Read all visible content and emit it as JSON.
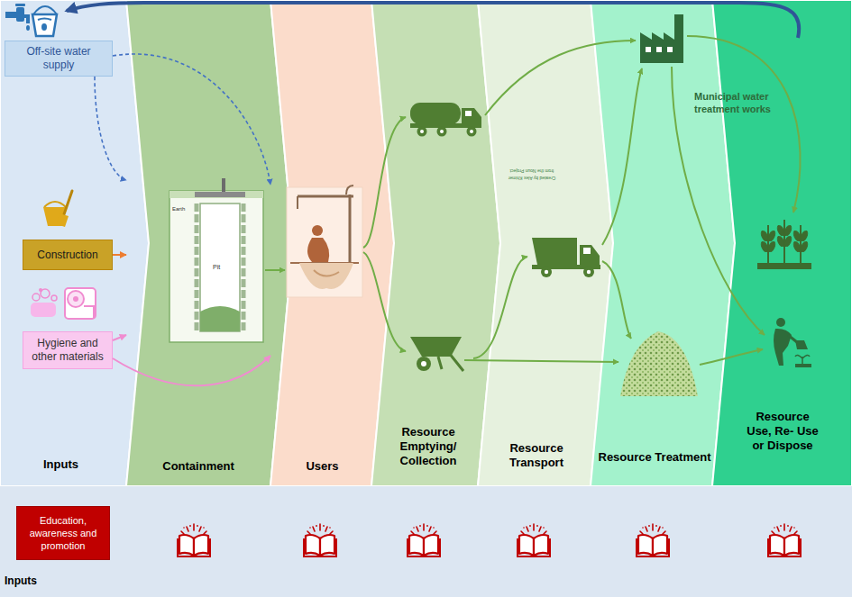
{
  "diagram": {
    "nodes": [
      {
        "text": [
          "Inputs"
        ]
      },
      {
        "text": [
          "Off-site water supply"
        ],
        "in": 0
      },
      {
        "text": [
          "Construction"
        ],
        "in": 0
      },
      {
        "text": [
          "Hygiene and other materials"
        ],
        "in": 0
      },
      {
        "text": [
          "Containment"
        ]
      },
      {
        "text": [
          "Users"
        ]
      },
      {
        "text": [
          "Resource Emptying/ Collection"
        ]
      },
      {
        "text": [
          "Resource Transport"
        ]
      },
      {
        "text": [
          "Resource Treatment"
        ]
      },
      {
        "text": [
          "Resource Use, Re- Use or Dispose"
        ]
      },
      {
        "text": [
          "Inputs"
        ]
      },
      {
        "text": [
          "Education, awareness and promotion"
        ],
        "in": 10
      }
    ],
    "edges": [
      {
        "from": 1,
        "to": 4,
        "arrow": "to"
      },
      {
        "from": 1,
        "to": 5,
        "arrow": "to"
      },
      {
        "from": 2,
        "to": 4,
        "arrow": "to"
      },
      {
        "from": 3,
        "to": 4,
        "arrow": "to"
      },
      {
        "from": 3,
        "to": 5,
        "arrow": "to"
      }
    ],
    "labels": [
      "Municipal water treatment works",
      "Created by Alex Khimer from the Noun Project",
      "Earth",
      "Pit"
    ]
  }
}
